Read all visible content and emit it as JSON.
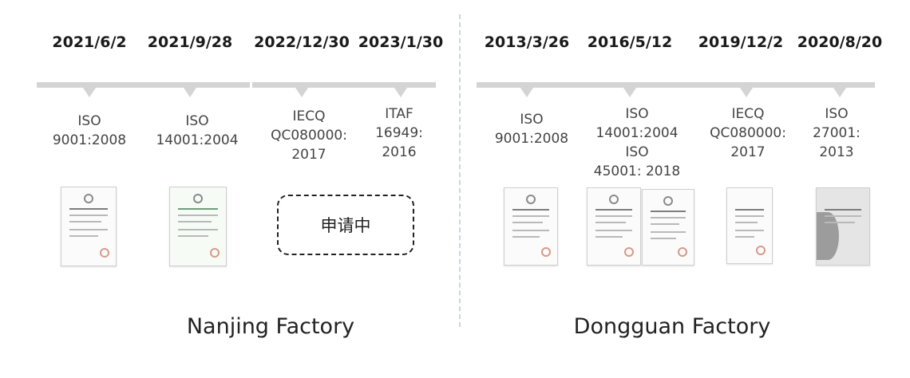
{
  "nanjing": {
    "title": "Nanjing Factory",
    "milestones": [
      {
        "date": "2021/6/2",
        "lines": [
          "ISO",
          "9001:2008"
        ]
      },
      {
        "date": "2021/9/28",
        "lines": [
          "ISO",
          "14001:2004"
        ]
      },
      {
        "date": "2022/12/30",
        "lines": [
          "IECQ",
          "QC080000:",
          "2017"
        ]
      },
      {
        "date": "2023/1/30",
        "lines": [
          "ITAF",
          "16949:",
          "2016"
        ]
      }
    ],
    "pending_label": "申请中"
  },
  "dongguan": {
    "title": "Dongguan Factory",
    "milestones": [
      {
        "date": "2013/3/26",
        "lines": [
          "ISO",
          "9001:2008"
        ]
      },
      {
        "date": "2016/5/12",
        "lines": [
          "ISO",
          "14001:2004",
          "ISO",
          "45001:  2018"
        ]
      },
      {
        "date": "2019/12/2",
        "lines": [
          "IECQ",
          "QC080000:",
          "2017"
        ]
      },
      {
        "date": "2020/8/20",
        "lines": [
          "ISO",
          "27001:",
          "2013"
        ]
      }
    ]
  },
  "colors": {
    "timeline_bar": "#d4d4d4",
    "divider": "#c5d6e4",
    "text": "#222222"
  }
}
